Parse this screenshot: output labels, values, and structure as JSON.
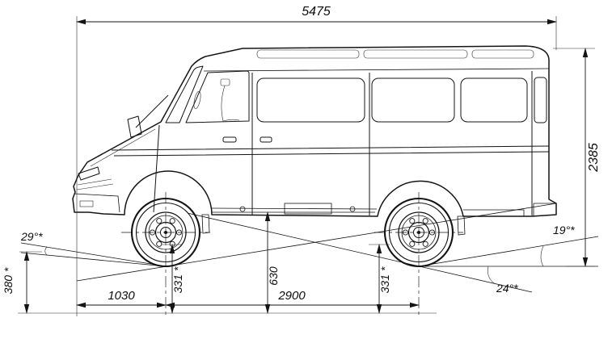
{
  "drawing": {
    "dimensions": {
      "overall_length": "5475",
      "overall_height": "2385",
      "front_overhang": "1030",
      "wheelbase": "2900",
      "approach_angle": "29°*",
      "departure_angle": "19°*",
      "ramp_angle": "24°*",
      "front_clearance": "380 *",
      "front_axle_clearance": "331 *",
      "central_clearance": "630",
      "rear_axle_clearance": "331 *"
    },
    "colors": {
      "line": "#141414",
      "background": "#ffffff"
    }
  }
}
